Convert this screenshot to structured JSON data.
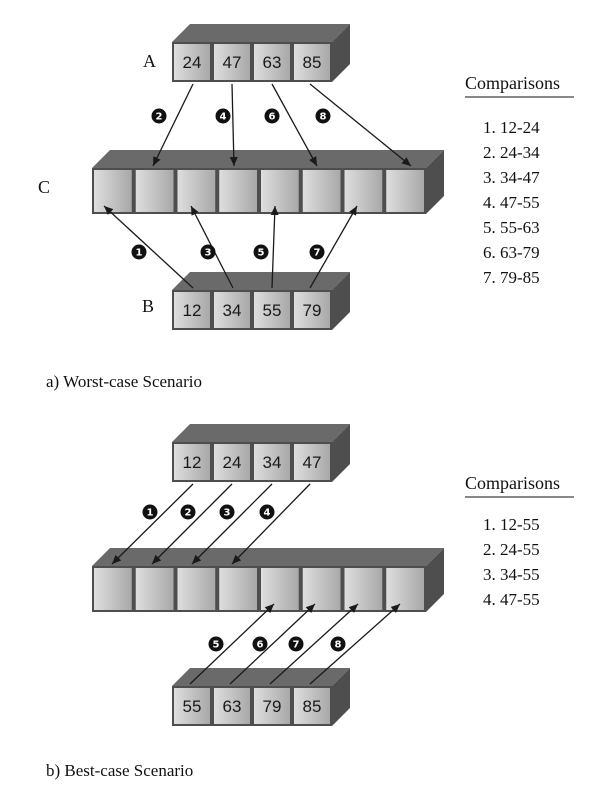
{
  "colors": {
    "cell_fill_light": "#dedede",
    "cell_fill_dark": "#a8a8a8",
    "box_top": "#6a6a6a",
    "box_side": "#4e4e4e",
    "arrow": "#1a1a1a",
    "step_badge": "#111111"
  },
  "worst_case": {
    "caption": "a) Worst-case Scenario",
    "arrays": {
      "A": {
        "label": "A",
        "values": [
          "24",
          "47",
          "63",
          "85"
        ]
      },
      "C": {
        "label": "C",
        "values": [
          "",
          "",
          "",
          "",
          "",
          "",
          "",
          ""
        ]
      },
      "B": {
        "label": "B",
        "values": [
          "12",
          "34",
          "55",
          "79"
        ]
      }
    },
    "steps": [
      "1",
      "2",
      "3",
      "4",
      "5",
      "6",
      "7",
      "8"
    ],
    "comparisons": {
      "title": "Comparisons",
      "items": [
        "1.  12-24",
        "2.  24-34",
        "3.  34-47",
        "4.  47-55",
        "5.  55-63",
        "6.  63-79",
        "7.  79-85"
      ]
    }
  },
  "best_case": {
    "caption": "b) Best-case Scenario",
    "arrays": {
      "A": {
        "label": "",
        "values": [
          "12",
          "24",
          "34",
          "47"
        ]
      },
      "C": {
        "label": "",
        "values": [
          "",
          "",
          "",
          "",
          "",
          "",
          "",
          ""
        ]
      },
      "B": {
        "label": "",
        "values": [
          "55",
          "63",
          "79",
          "85"
        ]
      }
    },
    "steps": [
      "1",
      "2",
      "3",
      "4",
      "5",
      "6",
      "7",
      "8"
    ],
    "comparisons": {
      "title": "Comparisons",
      "items": [
        "1.  12-55",
        "2.  24-55",
        "3.  34-55",
        "4.  47-55"
      ]
    }
  }
}
